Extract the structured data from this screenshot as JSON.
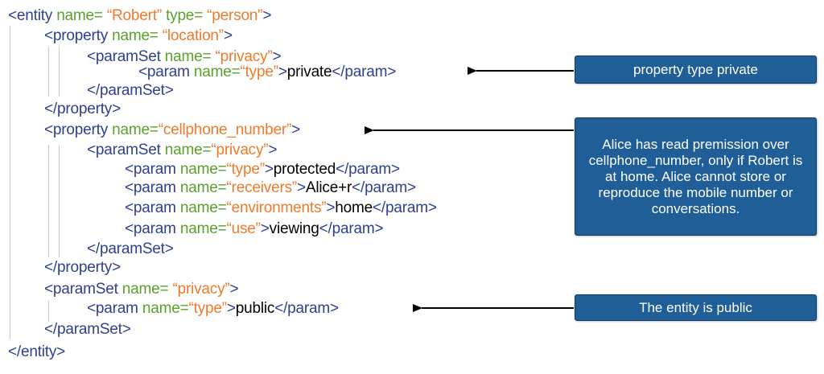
{
  "colors": {
    "tag": "#2e3f91",
    "attribute": "#5aa02c",
    "value": "#f07a2b",
    "text": "#000000",
    "callout_bg": "#1f5e96"
  },
  "code_lines": [
    [
      {
        "t": "<entity",
        "c": "tag"
      },
      {
        "t": " name=",
        "c": "attr"
      },
      {
        "t": " “Robert”",
        "c": "val"
      },
      {
        "t": " type=",
        "c": "attr"
      },
      {
        "t": " “person”",
        "c": "val"
      },
      {
        "t": ">",
        "c": "tag"
      }
    ],
    [
      {
        "t": "<property",
        "c": "tag"
      },
      {
        "t": " name=",
        "c": "attr"
      },
      {
        "t": " “location”",
        "c": "val"
      },
      {
        "t": ">",
        "c": "tag"
      }
    ],
    [
      {
        "t": "<paramSet",
        "c": "tag"
      },
      {
        "t": " name=",
        "c": "attr"
      },
      {
        "t": " “privacy”",
        "c": "val"
      },
      {
        "t": ">",
        "c": "tag"
      }
    ],
    [
      {
        "t": "<param",
        "c": "tag"
      },
      {
        "t": "  name=",
        "c": "attr"
      },
      {
        "t": "“type”",
        "c": "val"
      },
      {
        "t": ">",
        "c": "tag"
      },
      {
        "t": "private",
        "c": "txt"
      },
      {
        "t": "</param>",
        "c": "tag"
      }
    ],
    [
      {
        "t": "</paramSet>",
        "c": "tag"
      }
    ],
    [
      {
        "t": "</property>",
        "c": "tag"
      }
    ],
    [
      {
        "t": "<property",
        "c": "tag"
      },
      {
        "t": "  name=",
        "c": "attr"
      },
      {
        "t": "“cellphone_number”",
        "c": "val"
      },
      {
        "t": ">",
        "c": "tag"
      }
    ],
    [
      {
        "t": "<paramSet",
        "c": "tag"
      },
      {
        "t": "  name=",
        "c": "attr"
      },
      {
        "t": "“privacy”",
        "c": "val"
      },
      {
        "t": ">",
        "c": "tag"
      }
    ],
    [
      {
        "t": "<param",
        "c": "tag"
      },
      {
        "t": "  name=",
        "c": "attr"
      },
      {
        "t": "“type”",
        "c": "val"
      },
      {
        "t": ">",
        "c": "tag"
      },
      {
        "t": "protected",
        "c": "txt"
      },
      {
        "t": "</param>",
        "c": "tag"
      }
    ],
    [
      {
        "t": "<param",
        "c": "tag"
      },
      {
        "t": "  name=",
        "c": "attr"
      },
      {
        "t": "“receivers”",
        "c": "val"
      },
      {
        "t": ">",
        "c": "tag"
      },
      {
        "t": "Alice+r",
        "c": "txt"
      },
      {
        "t": "</param>",
        "c": "tag"
      }
    ],
    [
      {
        "t": "<param",
        "c": "tag"
      },
      {
        "t": "  name=",
        "c": "attr"
      },
      {
        "t": "“environments”",
        "c": "val"
      },
      {
        "t": ">",
        "c": "tag"
      },
      {
        "t": "home",
        "c": "txt"
      },
      {
        "t": "</param>",
        "c": "tag"
      }
    ],
    [
      {
        "t": "<param",
        "c": "tag"
      },
      {
        "t": "  name=",
        "c": "attr"
      },
      {
        "t": "“use”",
        "c": "val"
      },
      {
        "t": ">",
        "c": "tag"
      },
      {
        "t": "viewing",
        "c": "txt"
      },
      {
        "t": "</param>",
        "c": "tag"
      }
    ],
    [
      {
        "t": "</paramSet>",
        "c": "tag"
      }
    ],
    [
      {
        "t": "</property>",
        "c": "tag"
      }
    ],
    [
      {
        "t": "<paramSet",
        "c": "tag"
      },
      {
        "t": "  name=",
        "c": "attr"
      },
      {
        "t": " “privacy”",
        "c": "val"
      },
      {
        "t": ">",
        "c": "tag"
      }
    ],
    [
      {
        "t": "<param",
        "c": "tag"
      },
      {
        "t": "  name=",
        "c": "attr"
      },
      {
        "t": "“type”",
        "c": "val"
      },
      {
        "t": ">",
        "c": "tag"
      },
      {
        "t": "public",
        "c": "txt"
      },
      {
        "t": "</param>",
        "c": "tag"
      }
    ],
    [
      {
        "t": "</paramSet>",
        "c": "tag"
      }
    ],
    [
      {
        "t": "</entity>",
        "c": "tag"
      }
    ]
  ],
  "callouts": {
    "location": "property type private",
    "cellphone": "Alice has read premission over cellphone_number, only if Robert is at home. Alice cannot store or reproduce the mobile number or conversations.",
    "entity": "The entity is public"
  }
}
